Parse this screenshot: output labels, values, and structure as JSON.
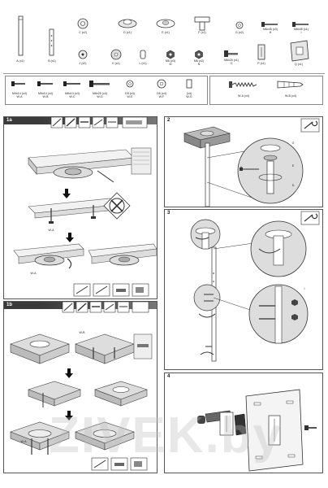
{
  "parts_top": [
    {
      "id": "A",
      "label": "A (x1)"
    },
    {
      "id": "B",
      "label": "B (x1)"
    },
    {
      "id": "C",
      "label": "C (x2)"
    },
    {
      "id": "D",
      "label": "D (x1)"
    },
    {
      "id": "E",
      "label": "E (x1)"
    },
    {
      "id": "F",
      "label": "F (x1)"
    },
    {
      "id": "G",
      "label": "G (x2)"
    },
    {
      "id": "H",
      "label": "M6x45 (x3)\nH"
    },
    {
      "id": "I",
      "label": "M6x45 (x1)\nI"
    }
  ],
  "parts_mid": [
    {
      "id": "J",
      "label": "J (x2)"
    },
    {
      "id": "K",
      "label": "K (x1)"
    },
    {
      "id": "L",
      "label": "L (x1)"
    },
    {
      "id": "M",
      "label": "M6 (x3)\nM"
    },
    {
      "id": "N",
      "label": "M6 (x2)\nN"
    },
    {
      "id": "O",
      "label": "M6x25 (x1)\nO"
    },
    {
      "id": "P",
      "label": "P (x1)"
    },
    {
      "id": "Q",
      "label": "Q (x1)"
    }
  ],
  "parts_screws": [
    {
      "id": "W-A",
      "label": "M4x14 (x4)\nW-A"
    },
    {
      "id": "W-B",
      "label": "M5x14 (x4)\nW-B"
    },
    {
      "id": "W-C",
      "label": "M6x14 (x4)\nW-C"
    },
    {
      "id": "W-D",
      "label": "M8x25 (x4)\nW-D"
    },
    {
      "id": "W-E",
      "label": "D5 (x4)\nW-E"
    },
    {
      "id": "W-F",
      "label": "D6 (x4)\nW-F"
    },
    {
      "id": "W-G",
      "label": "(x4)\nW-G"
    }
  ],
  "parts_wall": [
    {
      "id": "W-A2",
      "label": "W-A (x4)"
    },
    {
      "id": "W-B2",
      "label": "W-B (x4)"
    }
  ],
  "steps": [
    {
      "num": "1a"
    },
    {
      "num": "1b"
    },
    {
      "num": "2"
    },
    {
      "num": "3"
    },
    {
      "num": "4"
    }
  ],
  "callouts": {
    "wa": "W-A",
    "wb": "W-B",
    "wa2": "W-A",
    "h": "H",
    "d": "D",
    "e": "E",
    "f": "F",
    "g": "G",
    "i": "I"
  },
  "watermark": "ZIVEK.by"
}
